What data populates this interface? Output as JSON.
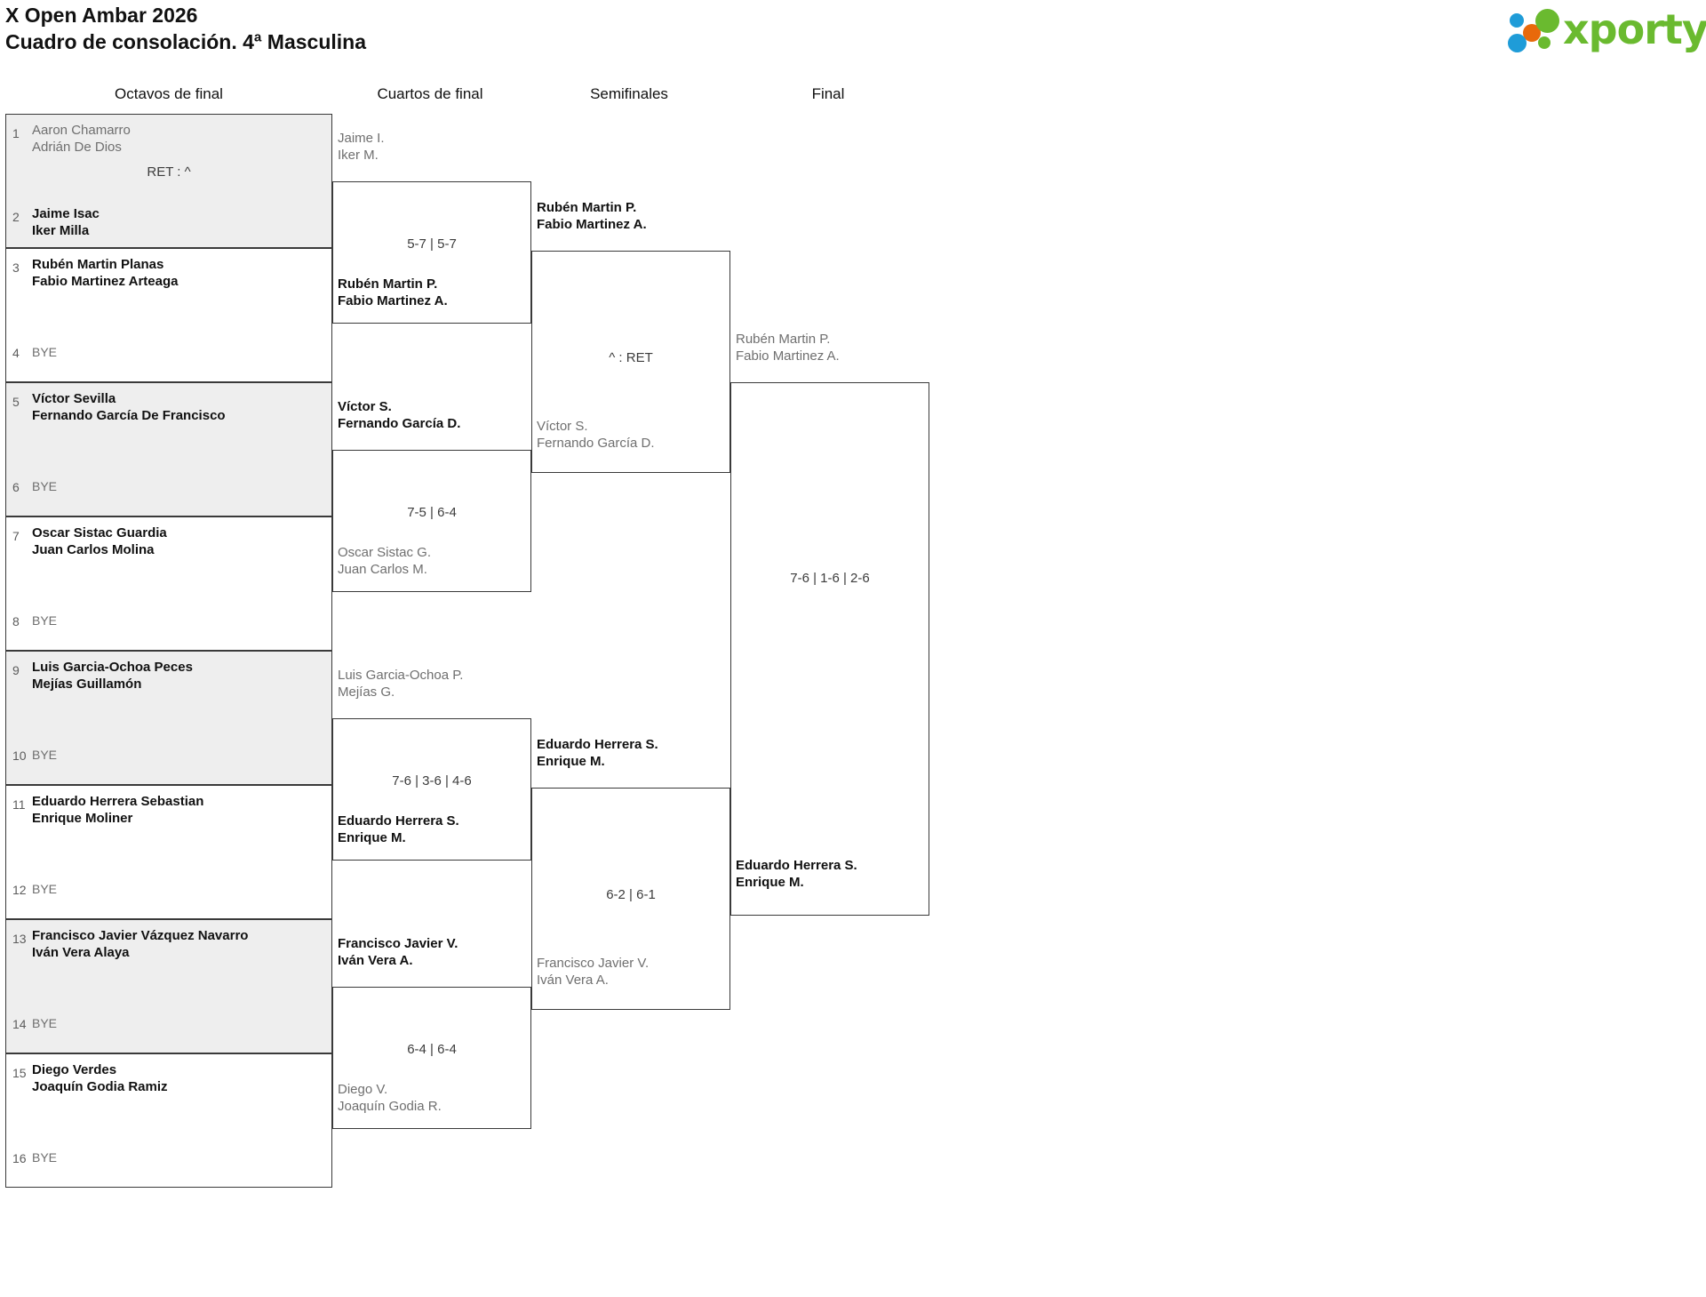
{
  "header": {
    "title_line1": "X Open Ambar 2026",
    "title_line2": "Cuadro de consolación. 4ª Masculina"
  },
  "logo": {
    "wordmark": "xporty",
    "colors": {
      "green": "#6aba2f",
      "blue": "#1f9cd8",
      "orange": "#e8690b"
    }
  },
  "rounds": [
    {
      "label": "Octavos de final"
    },
    {
      "label": "Cuartos de final"
    },
    {
      "label": "Semifinales"
    },
    {
      "label": "Final"
    }
  ],
  "round1": {
    "matches": [
      {
        "shaded": true,
        "score": "RET : ^",
        "top": {
          "seed": "1",
          "p1": "Aaron Chamarro",
          "p2": "Adrián De Dios",
          "winner": false,
          "bye": false
        },
        "bottom": {
          "seed": "2",
          "p1": "Jaime Isac",
          "p2": "Iker Milla",
          "winner": true,
          "bye": false
        }
      },
      {
        "shaded": false,
        "score": "",
        "top": {
          "seed": "3",
          "p1": "Rubén Martin Planas",
          "p2": "Fabio Martinez Arteaga",
          "winner": true,
          "bye": false
        },
        "bottom": {
          "seed": "4",
          "p1": "BYE",
          "p2": "",
          "winner": false,
          "bye": true
        }
      },
      {
        "shaded": true,
        "score": "",
        "top": {
          "seed": "5",
          "p1": "Víctor Sevilla",
          "p2": "Fernando García De Francisco",
          "winner": true,
          "bye": false
        },
        "bottom": {
          "seed": "6",
          "p1": "BYE",
          "p2": "",
          "winner": false,
          "bye": true
        }
      },
      {
        "shaded": false,
        "score": "",
        "top": {
          "seed": "7",
          "p1": "Oscar Sistac Guardia",
          "p2": "Juan Carlos Molina",
          "winner": true,
          "bye": false
        },
        "bottom": {
          "seed": "8",
          "p1": "BYE",
          "p2": "",
          "winner": false,
          "bye": true
        }
      },
      {
        "shaded": true,
        "score": "",
        "top": {
          "seed": "9",
          "p1": "Luis Garcia-Ochoa Peces",
          "p2": "Mejías Guillamón",
          "winner": true,
          "bye": false
        },
        "bottom": {
          "seed": "10",
          "p1": "BYE",
          "p2": "",
          "winner": false,
          "bye": true
        }
      },
      {
        "shaded": false,
        "score": "",
        "top": {
          "seed": "11",
          "p1": "Eduardo Herrera Sebastian",
          "p2": "Enrique Moliner",
          "winner": true,
          "bye": false
        },
        "bottom": {
          "seed": "12",
          "p1": "BYE",
          "p2": "",
          "winner": false,
          "bye": true
        }
      },
      {
        "shaded": true,
        "score": "",
        "top": {
          "seed": "13",
          "p1": "Francisco Javier Vázquez Navarro",
          "p2": "Iván Vera Alaya",
          "winner": true,
          "bye": false
        },
        "bottom": {
          "seed": "14",
          "p1": "BYE",
          "p2": "",
          "winner": false,
          "bye": true
        }
      },
      {
        "shaded": false,
        "score": "",
        "top": {
          "seed": "15",
          "p1": "Diego Verdes",
          "p2": "Joaquín Godia Ramiz",
          "winner": true,
          "bye": false
        },
        "bottom": {
          "seed": "16",
          "p1": "BYE",
          "p2": "",
          "winner": false,
          "bye": true
        }
      }
    ]
  },
  "round2": {
    "matches": [
      {
        "score": "5-7 | 5-7",
        "top": {
          "p1": "Jaime I.",
          "p2": "Iker M.",
          "winner": false
        },
        "bottom": {
          "p1": "Rubén Martin P.",
          "p2": "Fabio Martinez A.",
          "winner": true
        }
      },
      {
        "score": "7-5 | 6-4",
        "top": {
          "p1": "Víctor S.",
          "p2": "Fernando García D.",
          "winner": true
        },
        "bottom": {
          "p1": "Oscar Sistac G.",
          "p2": "Juan Carlos M.",
          "winner": false
        }
      },
      {
        "score": "7-6 | 3-6 | 4-6",
        "top": {
          "p1": "Luis Garcia-Ochoa P.",
          "p2": "Mejías G.",
          "winner": false
        },
        "bottom": {
          "p1": "Eduardo Herrera S.",
          "p2": "Enrique M.",
          "winner": true
        }
      },
      {
        "score": "6-4 | 6-4",
        "top": {
          "p1": "Francisco Javier V.",
          "p2": "Iván Vera A.",
          "winner": true
        },
        "bottom": {
          "p1": "Diego V.",
          "p2": "Joaquín Godia R.",
          "winner": false
        }
      }
    ]
  },
  "round3": {
    "matches": [
      {
        "score": "^ : RET",
        "top": {
          "p1": "Rubén Martin P.",
          "p2": "Fabio Martinez A.",
          "winner": true
        },
        "bottom": {
          "p1": "Víctor S.",
          "p2": "Fernando García D.",
          "winner": false
        }
      },
      {
        "score": "6-2 | 6-1",
        "top": {
          "p1": "Eduardo Herrera S.",
          "p2": "Enrique M.",
          "winner": true
        },
        "bottom": {
          "p1": "Francisco Javier V.",
          "p2": "Iván Vera A.",
          "winner": false
        }
      }
    ]
  },
  "round4": {
    "matches": [
      {
        "score": "7-6 | 1-6 | 2-6",
        "top": {
          "p1": "Rubén Martin P.",
          "p2": "Fabio Martinez A.",
          "winner": false
        },
        "bottom": {
          "p1": "Eduardo Herrera S.",
          "p2": "Enrique M.",
          "winner": true
        }
      }
    ]
  }
}
